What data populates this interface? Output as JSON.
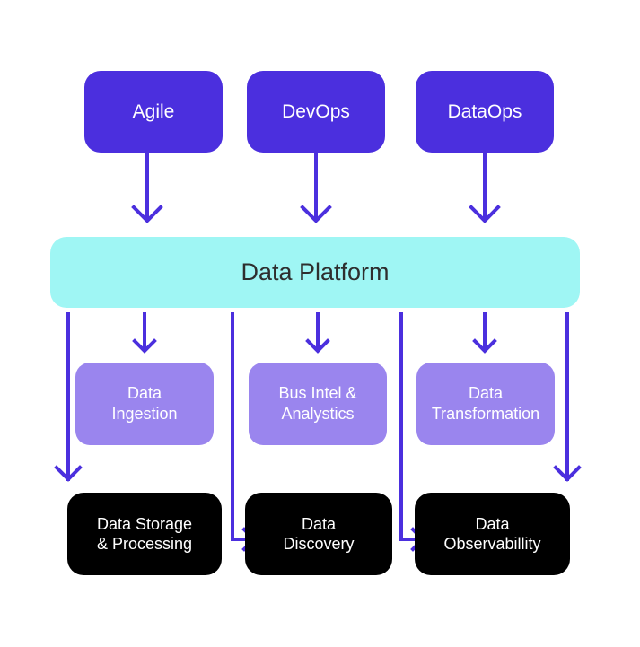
{
  "colors": {
    "top_box": "#4b2fde",
    "platform_box": "#9ff6f4",
    "middle_box": "#9a85ee",
    "bottom_box": "#000000",
    "arrow": "#4b2fde"
  },
  "top_row": [
    {
      "label": "Agile"
    },
    {
      "label": "DevOps"
    },
    {
      "label": "DataOps"
    }
  ],
  "platform": {
    "label": "Data Platform"
  },
  "middle_row": [
    {
      "label": "Data\nIngestion"
    },
    {
      "label": "Bus Intel &\nAnalystics"
    },
    {
      "label": "Data\nTransformation"
    }
  ],
  "bottom_row": [
    {
      "label": "Data Storage\n& Processing"
    },
    {
      "label": "Data\nDiscovery"
    },
    {
      "label": "Data\nObservabillity"
    }
  ]
}
